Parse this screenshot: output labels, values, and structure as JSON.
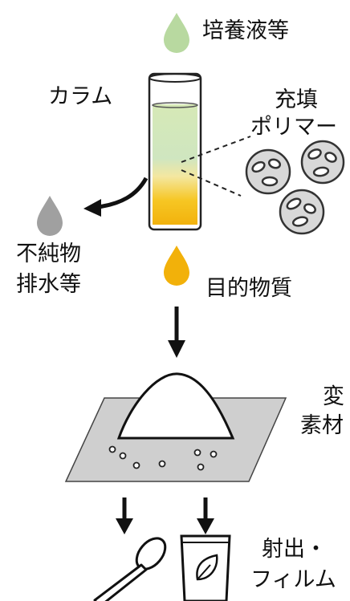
{
  "labels": {
    "culture_fluid": "培養液等",
    "column": "カラム",
    "packing_line1": "充填",
    "packing_line2": "ポリマー",
    "impurity_line1": "不純物",
    "impurity_line2": "排水等",
    "target": "目的物質",
    "convert_line1": "変",
    "convert_line2": "素材",
    "product_line1": "射出・",
    "product_line2": "フィルム"
  },
  "colors": {
    "culture_drop": "#b8d9a0",
    "impurity_drop": "#a0a0a0",
    "target_drop": "#f2b10a",
    "column_green": "#d4e8b4",
    "column_yellow": "#f5c21b",
    "bead": "#d8d8d8",
    "sheet": "#cfcfcf"
  },
  "icons": [
    "spoon-icon",
    "leaf-bag-icon"
  ]
}
